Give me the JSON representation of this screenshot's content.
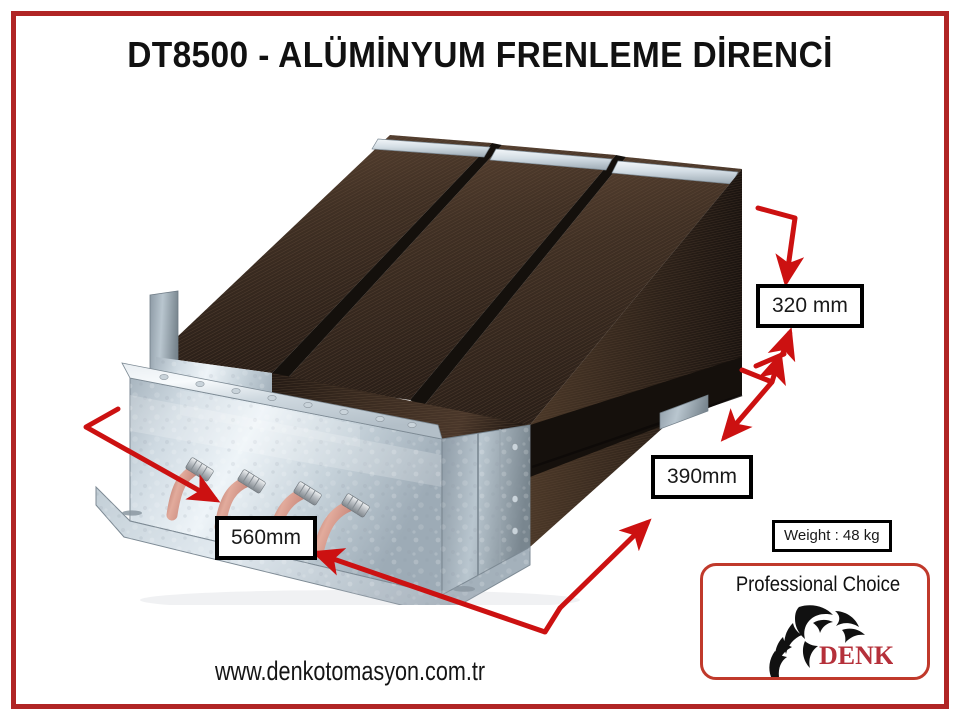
{
  "page": {
    "title": "DT8500 - ALÜMİNYUM FRENLEME DİRENCİ",
    "footer_url": "www.denkotomasyon.com.tr",
    "border_color": "#b02525",
    "arrow_color": "#cc1111",
    "background": "#ffffff"
  },
  "dimensions": {
    "height": "320 mm",
    "depth": "390mm",
    "width": "560mm"
  },
  "specs": {
    "weight": "Weight : 48 kg"
  },
  "badge": {
    "tagline": "Professional Choice",
    "brand": "DENK",
    "brand_color": "#b5303a",
    "border_color": "#c0392b"
  },
  "product": {
    "name": "aluminium-braking-resistor",
    "fin_color": "#3c2d22",
    "frame_color": "#b9c3cb",
    "cable_color": "#d09383",
    "cable_count": 4
  }
}
